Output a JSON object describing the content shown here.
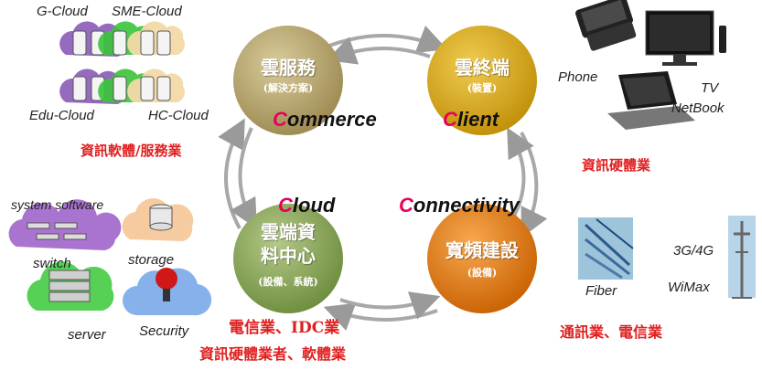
{
  "cloud_types": {
    "g_cloud": "G-Cloud",
    "sme_cloud": "SME-Cloud",
    "edu_cloud": "Edu-Cloud",
    "hc_cloud": "HC-Cloud"
  },
  "infrastructure": {
    "system_software": "system software",
    "storage": "storage",
    "switch": "switch",
    "server": "server",
    "security": "Security"
  },
  "devices": {
    "phone": "Phone",
    "tv": "TV",
    "netbook": "NetBook"
  },
  "network": {
    "fiber": "Fiber",
    "g34": "3G/4G",
    "wimax": "WiMax"
  },
  "circles": {
    "commerce": {
      "title": "雲服務",
      "sub": "(解決方案)",
      "color": "#b5a26a"
    },
    "client": {
      "title": "雲終端",
      "sub": "(裝置)",
      "color": "#d9a514"
    },
    "cloud": {
      "title_line1": "雲端資",
      "title_line2": "料中心",
      "sub": "(設備、系統)",
      "color": "#8aa55a"
    },
    "connectivity": {
      "title": "寬頻建設",
      "sub": "(設備)",
      "color": "#e07a10"
    }
  },
  "keywords": {
    "commerce": {
      "first": "C",
      "rest": "ommerce"
    },
    "client": {
      "first": "C",
      "rest": "lient"
    },
    "cloud": {
      "first": "C",
      "rest": "loud"
    },
    "connectivity": {
      "first": "C",
      "rest": "onnectivity"
    }
  },
  "industries": {
    "software_service": "資訊軟體/服務業",
    "hardware": "資訊硬體業",
    "telecom_idc": "電信業、IDC業",
    "hw_sw": "資訊硬體業者、軟體業",
    "comm_telecom": "通訊業、電信業"
  },
  "colors": {
    "accent_c": "#e8005a",
    "industry_red": "#e02020",
    "arrow_gray": "#9a9a9a"
  }
}
